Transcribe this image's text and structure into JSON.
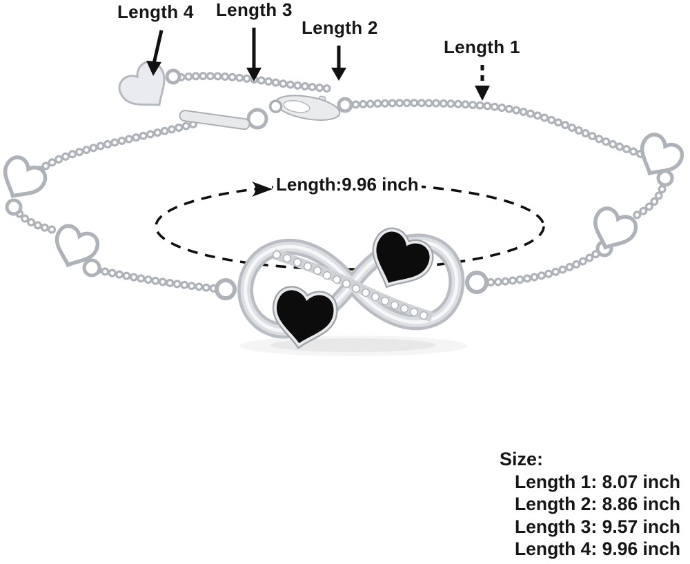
{
  "callouts": {
    "length4": "Length 4",
    "length3": "Length 3",
    "length2": "Length 2",
    "length1": "Length 1",
    "center_length": "Length:9.96 inch"
  },
  "size_panel": {
    "heading": "Size:",
    "items": [
      "Length 1: 8.07 inch",
      "Length 2: 8.86 inch",
      "Length 3: 9.57 inch",
      "Length 4: 9.96 inch"
    ]
  },
  "colors": {
    "background": "#ffffff",
    "annotation_text": "#161616",
    "silver_light": "#eef0f2",
    "silver_mid": "#c3c7cc",
    "silver_dark": "#a8aeb4",
    "heart_inlay": "#0c0c0c"
  }
}
